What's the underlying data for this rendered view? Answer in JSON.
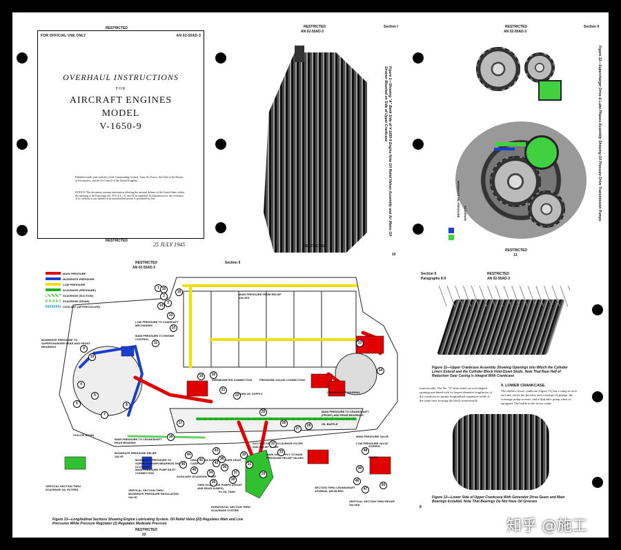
{
  "cover": {
    "header_left": "FOR OFFICIAL USE ONLY",
    "header_center": "RESTRICTED",
    "header_right": "AN 02-55AD-3",
    "title_line1": "OVERHAUL INSTRUCTIONS",
    "title_line2": "FOR",
    "title_line3": "AIRCRAFT ENGINES",
    "title_line4": "MODEL",
    "title_line5": "V-1650-9",
    "publish_note": "Published under joint authority of the Commanding General, Army Air Forces, the Chief of the Bureau of Aeronautics, and the Air Council of the United Kingdom.",
    "notice": "NOTICE: This document contains information affecting the national defense of the United States within the meaning of the Espionage Act, 50 U.S.C., 31 and 32, as amended. Its transmission or the revelation of its contents in any manner to an unauthorized person is prohibited by law.",
    "footer": "RESTRICTED",
    "date": "25 JULY 1945"
  },
  "page2": {
    "header_center": "RESTRICTED",
    "header_doc": "AN 02-55AD-3",
    "header_right": "Section I",
    "caption": "Figure 1—Showing \"A\" Bank Side of V-1650-9 Engine Note Oil Relief Valves Assembly and Air Mains Oil Strainer Mounted on Side of Upper Crankcase",
    "footer": "RESTRICTED",
    "page_no": "10"
  },
  "page3": {
    "header_center": "RESTRICTED",
    "header_doc": "AN 02-55AD-3",
    "header_right": "Section II",
    "caption": "Figure 32—Supercharger Drive & Lube Phases Assembly Showing Oil Pressure Drive Transmission Pumps",
    "legend": [
      "MODERATE OIL PRESSURE",
      "SCAVENGE"
    ],
    "footer": "RESTRICTED",
    "page_no": "13"
  },
  "page4": {
    "header_center": "RESTRICTED",
    "header_doc": "AN 02-55AD-3",
    "header_right": "Section II",
    "legend": [
      {
        "label": "MAIN PRESSURE",
        "color": "#e00000"
      },
      {
        "label": "MODERATE PRESSURE",
        "color": "#1a3fd0"
      },
      {
        "label": "LOW PRESSURE",
        "color": "#f0e000"
      },
      {
        "label": "SCAVENGE (PRESSURE)",
        "color": "#20b020"
      },
      {
        "label": "SCAVENGE (SUCTION)",
        "color": "#60d060"
      },
      {
        "label": "SCAVENGE (DRAIN)",
        "color": "#90e090"
      },
      {
        "label": "COOLANT (AFTERCOOLER)",
        "color": "#60c0e0"
      }
    ],
    "callouts": [
      "MODERATE PRESSURE TO SUPERCHARGER REAR AND FRONT BEARINGS",
      "LOW PRESSURE TO CAMSHAFT MECHANISM",
      "MAIN PRESSURE TO ENGINE CONTROL",
      "MAIN PRESSURE FROM RELIEF VALVES",
      "THERMOMETER CONNECTION",
      "PRESSURE GAUGE CONNECTION",
      "MAIN OIL SUPPLY",
      "CRANKSHAFT JOURNAL",
      "OIL BAFFLE",
      "MAIN PRESSURE VALVE",
      "LOW PRESSURE VALVE",
      "MAIN PRESSURE TO CRANKSHAFT (FRONT) AND REAR BEARINGS",
      "VOLUTE DRAIN",
      "MAIN PRESSURE TO CRANKSHAFT REAR BEARING",
      "MODERATE PRESSURE RELIEF VALVE",
      "MODERATE PRESSURE TO SUPERCHARGER BEARINGS AND CLUTCHES",
      "MAIN PRESSURE PUMP INLET CONNECTION",
      "AUXILIARY SCAVENGE PUMP",
      "DRAIN FROM SUPERCHARGER GEAR CASE",
      "TWIN SCAVENGE PUMPS (FRONT AND REAR SUMPS)",
      "SUCTION PIPE TO SCAVENGE FILTER AND RELIEF VALVE",
      "MAIN OIL SUPPLY TO MAIN PRESSURE RELIEF VALVES",
      "TO OIL TANK",
      "SCREEN",
      "BLEED",
      "VERTICAL SECTION THRU SCAVENGE OIL FILTERS",
      "VERTICAL SECTION THRU MODERATE PRESSURE REGULATING VALVE",
      "HORIZONTAL SECTION THRU SCAVENGE SYSTEM",
      "SECTION THRU CRANKSHAFT JOURNAL AIR BLEED",
      "VERTICAL SECTION THRU RELIEF VALVES"
    ],
    "numbers": [
      "1",
      "2",
      "3",
      "4",
      "5",
      "6",
      "7",
      "8",
      "9",
      "10",
      "11",
      "12",
      "13",
      "14",
      "15",
      "16",
      "17",
      "18",
      "19",
      "20",
      "21",
      "22",
      "23",
      "24",
      "25",
      "26",
      "27",
      "28",
      "29",
      "30",
      "31",
      "32",
      "33",
      "34",
      "35",
      "36",
      "37",
      "38",
      "39",
      "40",
      "41",
      "42",
      "43",
      "44",
      "45",
      "46",
      "47",
      "48",
      "49",
      "50"
    ],
    "caption": "Figure 33—Longitudinal Sections Showing Engine Lubricating System. Oil Relief Valve (20) Regulates Main and Low Pressures While Pressure Regulator (2) Regulates Moderate Pressure",
    "footer": "RESTRICTED",
    "page_no": "22"
  },
  "page5": {
    "header_left": "Section II",
    "header_left2": "Paragraphs 8-9",
    "header_center": "RESTRICTED",
    "header_doc": "AN 02-55AD-3",
    "caption_top": "Figure 11—Upper Crankcase Assembly Showing Openings into Which the Cylinder Liners Extend and the Cylinder Block Hold-Down Studs. Note That Rear Half of Reduction Gear Casing is Integral With Crankcase",
    "para_left": "transversally. The No. \"6\" liner enters an oval shaped opening machined with its largest diameter lengthwise of the crankcase to permit longitudinal expansion while at the same time locating the block transversally.",
    "heading": "9. LOWER CRANKCASE.",
    "para_right": "The shallow lower crankcase (figure 11) has a sump at each end and carries the pressure and scavenge oil pumps, the scavenge pump screens, and a hydraulic pump when so equipped. The baffle in the lower crank-",
    "caption_bottom": "Figure 12—Lower Side of Upper Crankcase With Generator Drive Gears and Main Bearings Installed. Note That Bearings Do Not Have Oil Grooves",
    "page_no": "8"
  },
  "watermark": "知乎 @施工"
}
